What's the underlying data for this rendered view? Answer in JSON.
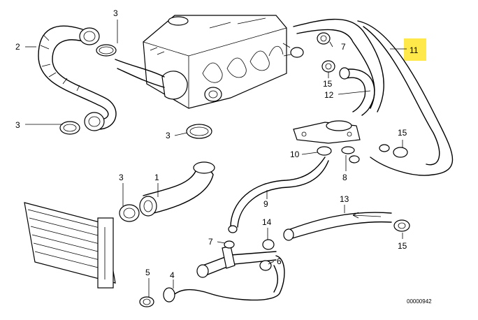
{
  "callouts": {
    "c1": "1",
    "c2": "2",
    "c3a": "3",
    "c3b": "3",
    "c3c": "3",
    "c3d": "3",
    "c4": "4",
    "c5": "5",
    "c6": "6",
    "c7a": "7",
    "c7b": "7",
    "c8": "8",
    "c9": "9",
    "c10": "10",
    "c11": "11",
    "c12": "12",
    "c13": "13",
    "c14": "14",
    "c15a": "15",
    "c15b": "15",
    "c15c": "15"
  },
  "highlight": {
    "label": "11",
    "color": "#ffe94a"
  },
  "drawing_number": "00000942"
}
